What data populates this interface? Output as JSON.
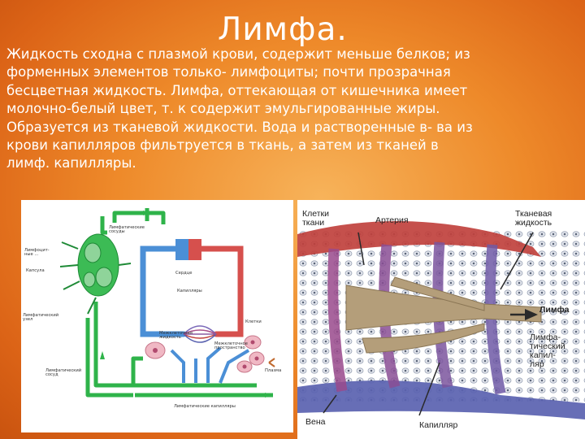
{
  "slide": {
    "title": "Лимфа.",
    "lines": [
      "Жидкость сходна с плазмой крови, содержит меньше белков; из",
      "форменных элементов только- лимфоциты; почти прозрачная",
      "бесцветная жидкость.  Лимфа, оттекающая от кишечника  имеет",
      "молочно-белый цвет, т. к содержит  эмульгированные жиры.",
      "Образуется  из тканевой жидкости. Вода и растворенные в- ва из",
      "крови капилляров фильтруется в ткань, а затем  из тканей в",
      "лимф. капилляры."
    ]
  },
  "diagram_left": {
    "labels": {
      "lymph_vessel": "Лимфатические\nсосуды",
      "lymphocytes": "Лимфоцит-\nные ...",
      "capsule": "Капсула",
      "heart": "Сердце",
      "capillaries": "Капилляры",
      "lymph_node": "Лимфатический\nузел",
      "tissue_fluid": "Межклеточная\nжидкость",
      "lymph_vessel_lower": "Лимфатический\nсосуд",
      "lymph_capillaries": "Лимфатические капилляры",
      "cells": "Клетки",
      "fluid_space": "Межклеточное\nпространство",
      "plasma": "Плазма"
    }
  },
  "diagram_right": {
    "labels": {
      "tissue_cells": "Клетки\nткани",
      "artery": "Артерия",
      "tissue_fluid": "Тканевая\nжидкость",
      "lymph": "Лимфа",
      "lymph_capillary": "Лимфа-\nтический\nкапил-\nляр",
      "vein": "Вена",
      "capillary": "Капилляр"
    }
  },
  "colors": {
    "background": "#ee8a2a",
    "text": "#ffffff",
    "artery_red": "#c0413d",
    "vein_blue": "#5a62b0",
    "lymph_green": "#2fb34a",
    "lymph_tan": "#b49e7a"
  }
}
